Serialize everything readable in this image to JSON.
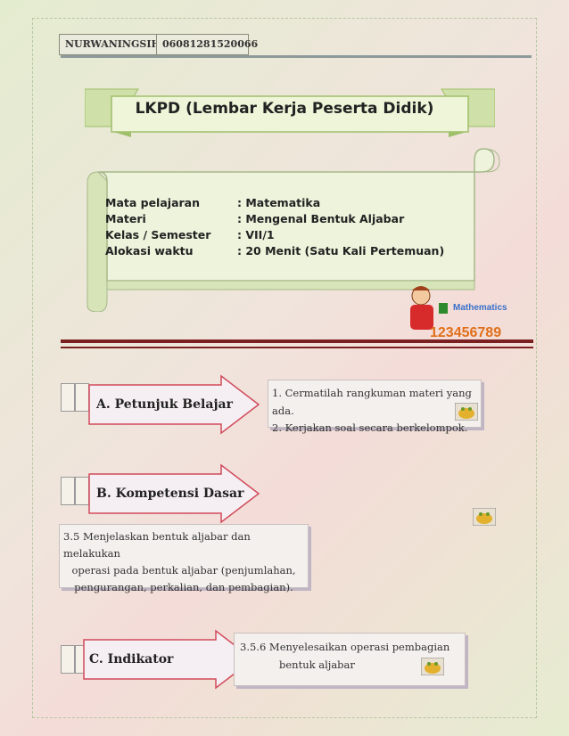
{
  "header": {
    "name": "NURWANINGSIH",
    "id": "06081281520066"
  },
  "title": "LKPD (Lembar Kerja Peserta Didik)",
  "info": [
    {
      "label": "Mata pelajaran",
      "value": ": Matematika"
    },
    {
      "label": "Materi",
      "value": ": Mengenal Bentuk Aljabar"
    },
    {
      "label": "Kelas / Semester",
      "value": ": VII/1"
    },
    {
      "label": "Alokasi waktu",
      "value": ": 20 Menit (Satu Kali Pertemuan)"
    }
  ],
  "mascot": {
    "word": "Mathematics",
    "digits": "123456789"
  },
  "sections": {
    "a": {
      "label": "A. Petunjuk Belajar",
      "lines": [
        "1. Cermatilah rangkuman materi yang ada.",
        "2. Kerjakan soal secara berkelompok."
      ]
    },
    "b": {
      "label": "B. Kompetensi Dasar",
      "lines": [
        "3.5  Menjelaskan bentuk aljabar dan melakukan",
        "operasi pada bentuk aljabar (penjumlahan,",
        "pengurangan, perkalian, dan pembagian)."
      ]
    },
    "c": {
      "label": "C. Indikator",
      "lines": [
        "3.5.6    Menyelesaikan operasi pembagian",
        "bentuk aljabar"
      ]
    }
  },
  "colors": {
    "arrow_fill": "#f5eef2",
    "arrow_stroke": "#d14a5a",
    "banner": "#eef2d8",
    "divider": "#7a2020"
  }
}
